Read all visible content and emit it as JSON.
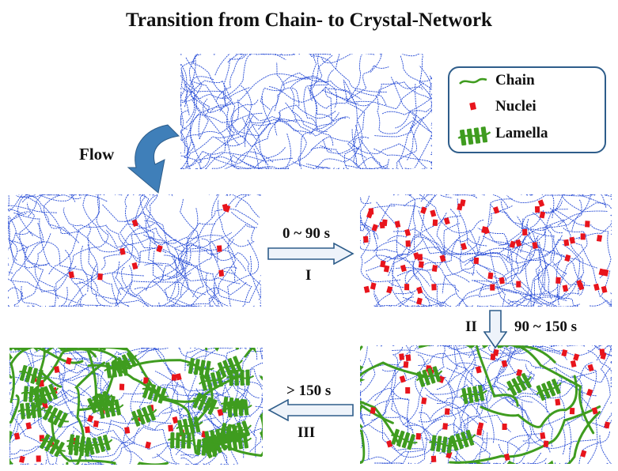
{
  "title": "Transition from Chain- to Crystal-Network",
  "legend": {
    "items": [
      {
        "label": "Chain",
        "icon": "chain-icon"
      },
      {
        "label": "Nuclei",
        "icon": "nuclei-icon"
      },
      {
        "label": "Lamella",
        "icon": "lamella-icon"
      }
    ],
    "border_color": "#2e5d8a"
  },
  "flow_label": "Flow",
  "steps": [
    {
      "time": "0 ~ 90 s",
      "stage": "I",
      "direction": "right"
    },
    {
      "time": "90 ~ 150 s",
      "stage": "II",
      "direction": "down"
    },
    {
      "time": "> 150 s",
      "stage": "III",
      "direction": "left"
    }
  ],
  "colors": {
    "chain": "#2b4fd6",
    "nuclei": "#e8141c",
    "lamella": "#3f9c1f",
    "arrow_fill": "#eef3fa",
    "arrow_stroke": "#2e5d8a",
    "flow_arrow": "#3f7fb9"
  },
  "panels": [
    {
      "name": "melt",
      "nuclei_count": 0,
      "lamella_count": 0
    },
    {
      "name": "early-nucleation",
      "nuclei_count": 10,
      "lamella_count": 0
    },
    {
      "name": "dense-nucleation",
      "nuclei_count": 60,
      "lamella_count": 0
    },
    {
      "name": "chain-network",
      "nuclei_count": 40,
      "lamella_count": 7
    },
    {
      "name": "crystal-network",
      "nuclei_count": 30,
      "lamella_count": 32
    }
  ]
}
